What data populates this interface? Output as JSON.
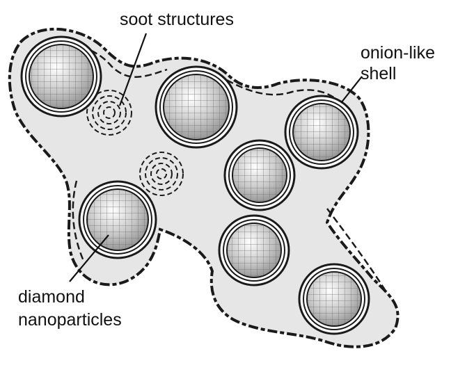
{
  "labels": {
    "soot": "soot structures",
    "onion_line1": "onion-like",
    "onion_line2": "shell",
    "diamond_line1": "diamond",
    "diamond_line2": "nanoparticles"
  },
  "colors": {
    "background": "#ffffff",
    "outline": "#1a1a1a",
    "shell_fill": "#ffffff",
    "matrix_fill": "#e6e6e6",
    "core_light": "#ffffff",
    "core_dark": "#8e8e8e",
    "grid_line": "#6f6f6f"
  },
  "icons": [
    "diamond-nanoparticle-icon",
    "onion-shell-icon",
    "soot-cluster-icon"
  ]
}
